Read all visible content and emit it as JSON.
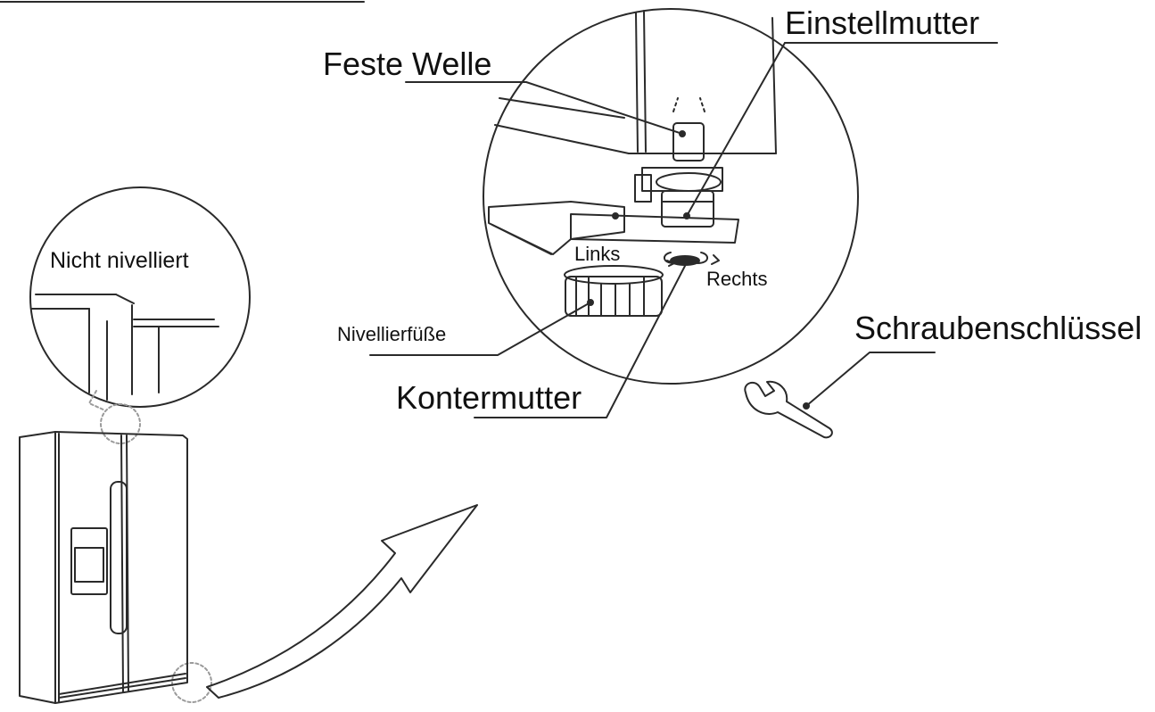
{
  "labels": {
    "einstellmutter": "Einstellmutter",
    "feste_welle": "Feste Welle",
    "nicht_nivelliert": "Nicht nivelliert",
    "links": "Links",
    "rechts": "Rechts",
    "nivellierfuesse": "Nivellierfüße",
    "kontermutter": "Kontermutter",
    "schraubenschluessel": "Schraubenschlüssel"
  },
  "colors": {
    "line": "#2a2a2a",
    "light_line": "#9a9a9a",
    "background": "#ffffff"
  }
}
